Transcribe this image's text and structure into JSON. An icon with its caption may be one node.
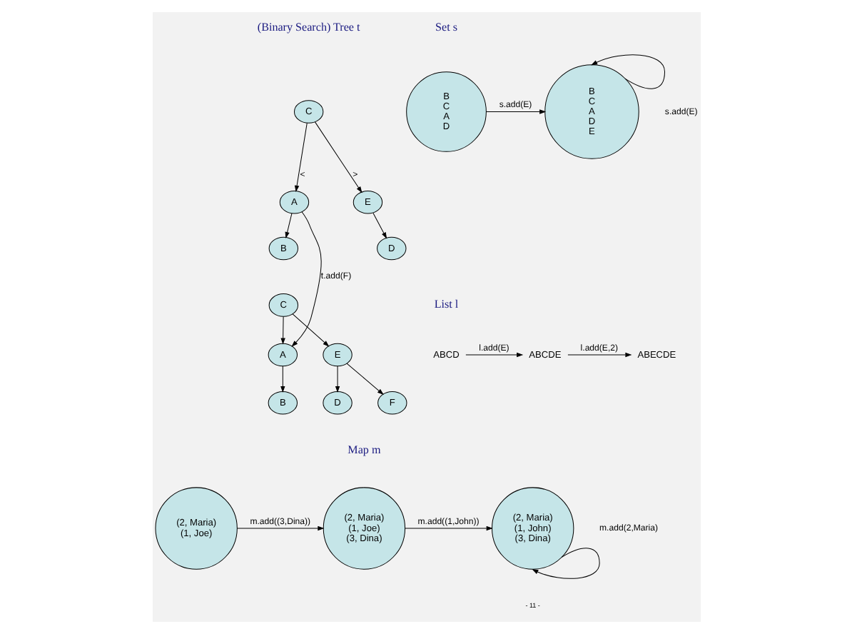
{
  "diagram": {
    "nodes": [
      {
        "text": [
          "B",
          "C",
          "A",
          "D"
        ]
      },
      {
        "text": [
          "B",
          "C",
          "A",
          "D",
          "E"
        ]
      },
      {
        "text": [
          "C"
        ]
      },
      {
        "text": [
          "A"
        ]
      },
      {
        "text": [
          "E"
        ]
      },
      {
        "text": [
          "B"
        ]
      },
      {
        "text": [
          "D"
        ]
      },
      {
        "text": [
          "C"
        ]
      },
      {
        "text": [
          "A"
        ]
      },
      {
        "text": [
          "E"
        ]
      },
      {
        "text": [
          "B"
        ]
      },
      {
        "text": [
          "D"
        ]
      },
      {
        "text": [
          "F"
        ]
      },
      {
        "text": [
          "ABCD"
        ]
      },
      {
        "text": [
          "ABCDE"
        ]
      },
      {
        "text": [
          "ABECDE"
        ]
      },
      {
        "text": [
          "(2, Maria)",
          "(1, Joe)"
        ]
      },
      {
        "text": [
          "(2, Maria)",
          "(1, Joe)",
          "(3, Dina)"
        ]
      },
      {
        "text": [
          "(2, Maria)",
          "(1, John)",
          "(3, Dina)"
        ]
      }
    ],
    "edges": [
      {
        "from": 0,
        "to": 1,
        "arrow": "to",
        "label": "s.add(E)"
      },
      {
        "from": 1,
        "to": 1,
        "arrow": "to",
        "label": "s.add(E)"
      },
      {
        "from": 2,
        "to": 3,
        "arrow": "to",
        "label": "<"
      },
      {
        "from": 2,
        "to": 4,
        "arrow": "to",
        "label": ">"
      },
      {
        "from": 3,
        "to": 5,
        "arrow": "to"
      },
      {
        "from": 4,
        "to": 6,
        "arrow": "to"
      },
      {
        "from": 3,
        "to": 8,
        "arrow": "to",
        "label": "t.add(F)"
      },
      {
        "from": 7,
        "to": 8,
        "arrow": "to"
      },
      {
        "from": 7,
        "to": 9,
        "arrow": "to"
      },
      {
        "from": 8,
        "to": 10,
        "arrow": "to"
      },
      {
        "from": 9,
        "to": 11,
        "arrow": "to"
      },
      {
        "from": 9,
        "to": 12,
        "arrow": "to"
      },
      {
        "from": 13,
        "to": 14,
        "arrow": "to",
        "label": "l.add(E)"
      },
      {
        "from": 14,
        "to": 15,
        "arrow": "to",
        "label": "l.add(E,2)"
      },
      {
        "from": 16,
        "to": 17,
        "arrow": "to",
        "label": "m.add((3,Dina))"
      },
      {
        "from": 17,
        "to": 18,
        "arrow": "to",
        "label": "m.add((1,John))"
      },
      {
        "from": 18,
        "to": 18,
        "arrow": "to",
        "label": "m.add(2,Maria)"
      }
    ],
    "labels": [
      "Set s",
      "(Binary Search) Tree t",
      "List l",
      "Map m",
      "- 11 -"
    ]
  }
}
